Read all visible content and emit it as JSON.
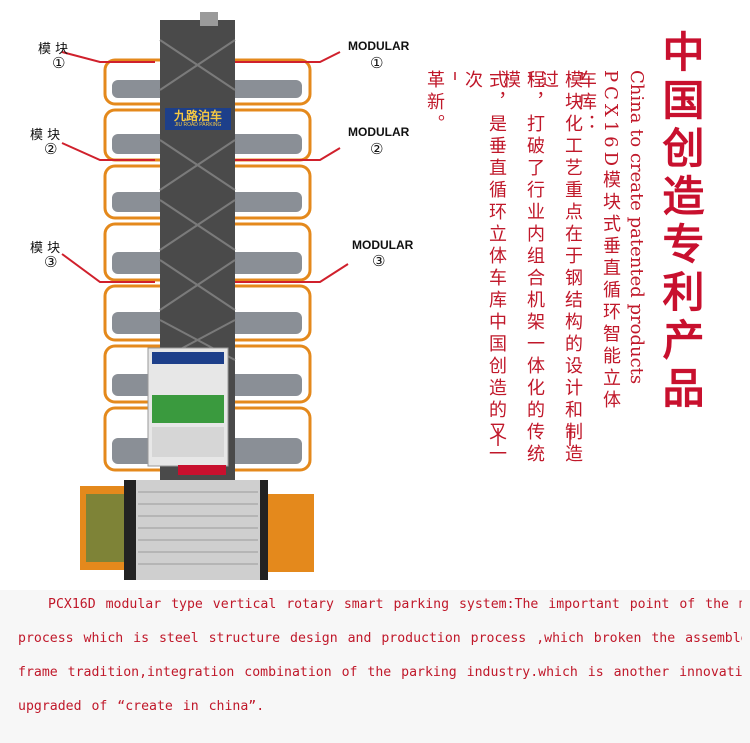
{
  "labels": {
    "left": [
      {
        "cn": "模 块",
        "num": "①"
      },
      {
        "cn": "模 块",
        "num": "②"
      },
      {
        "cn": "模 块",
        "num": "③"
      }
    ],
    "right": [
      {
        "en": "MODULAR",
        "num": "①"
      },
      {
        "en": "MODULAR",
        "num": "②"
      },
      {
        "en": "MODULAR",
        "num": "③"
      }
    ]
  },
  "tower_sign": "九路泊车",
  "tower_sign_sub": "JIU ROAD PARKING",
  "vertical_text": {
    "headline": "中国创造专利产品",
    "headline_en": "China to create patented products",
    "col1": "PCX16D模块式垂直循环智能立体车库：",
    "col2": "模块化工艺重点在于钢结构的设计和制造过",
    "col3": "程，打破了行业内组合机架一体化的传统模",
    "col4": "式，是垂直循环立体车库中国创造的又一次",
    "col5": "革新。"
  },
  "description_lines": [
    "PCX16D modular type vertical rotary smart parking system:The important point of the modular",
    "process which is steel structure design and production process ,which  broken  the  assemble",
    "frame  tradition,integration  combination  of  the  parking  industry.which is another innovation",
    "upgraded of “create in china”."
  ],
  "colors": {
    "accent_red": "#c0182a",
    "frame_orange": "#e4891c",
    "steel_grey": "#5b5b5b"
  }
}
